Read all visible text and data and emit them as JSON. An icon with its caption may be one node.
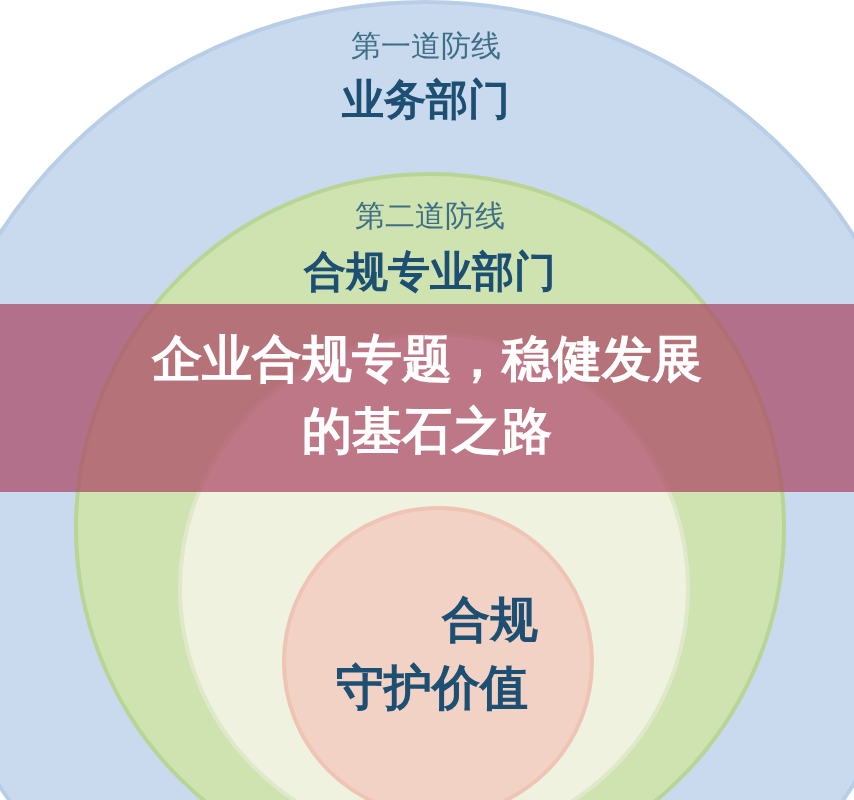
{
  "diagram": {
    "title": "企业合规专题，稳健发展的基石之路",
    "nodes": [
      {
        "text": [
          "第一道防线",
          "业务部门"
        ]
      },
      {
        "text": [
          "第二道防线",
          "合规专业部门"
        ],
        "in": 0
      },
      {
        "text": [],
        "shape": "circle",
        "in": 1
      },
      {
        "text": [
          "合规守护价值"
        ],
        "in": 2
      }
    ]
  }
}
